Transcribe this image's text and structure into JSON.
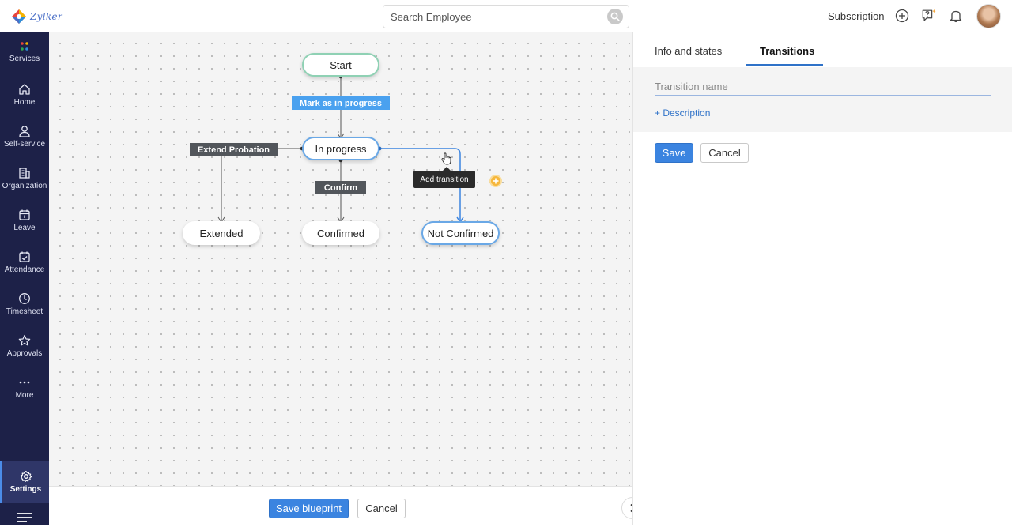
{
  "app": {
    "logo_text": "Zylker"
  },
  "header": {
    "search_placeholder": "Search Employee",
    "subscription_label": "Subscription"
  },
  "sidebar": {
    "items": [
      {
        "label": "Services",
        "icon": "services-dots-icon"
      },
      {
        "label": "Home",
        "icon": "home-icon"
      },
      {
        "label": "Self-service",
        "icon": "person-icon"
      },
      {
        "label": "Organization",
        "icon": "building-icon"
      },
      {
        "label": "Leave",
        "icon": "calendar-icon"
      },
      {
        "label": "Attendance",
        "icon": "calendar-check-icon"
      },
      {
        "label": "Timesheet",
        "icon": "clock-icon"
      },
      {
        "label": "Approvals",
        "icon": "star-icon"
      },
      {
        "label": "More",
        "icon": "more-dots-icon"
      },
      {
        "label": "Settings",
        "icon": "gear-icon",
        "active": true
      }
    ]
  },
  "blueprint": {
    "nodes": {
      "start": "Start",
      "in_progress": "In progress",
      "extended": "Extended",
      "confirmed": "Confirmed",
      "not_confirmed": "Not Confirmed"
    },
    "transitions": {
      "mark_in_progress": "Mark as in progress",
      "extend_probation": "Extend Probation",
      "confirm": "Confirm"
    },
    "tooltip": "Add transition"
  },
  "footer": {
    "save_label": "Save blueprint",
    "cancel_label": "Cancel"
  },
  "panel": {
    "tabs": [
      {
        "label": "Info and states",
        "active": false
      },
      {
        "label": "Transitions",
        "active": true
      }
    ],
    "transition_name_placeholder": "Transition name",
    "description_link": "+ Description",
    "save_label": "Save",
    "cancel_label": "Cancel"
  },
  "colors": {
    "sidebar_bg": "#1d2148",
    "accent": "#3b84e0",
    "start_border": "#8fd1b4",
    "selected_border": "#6aa8e6",
    "transition_blue": "#4aa1ef",
    "transition_dark": "#52565b",
    "handle": "#f6b73c"
  }
}
